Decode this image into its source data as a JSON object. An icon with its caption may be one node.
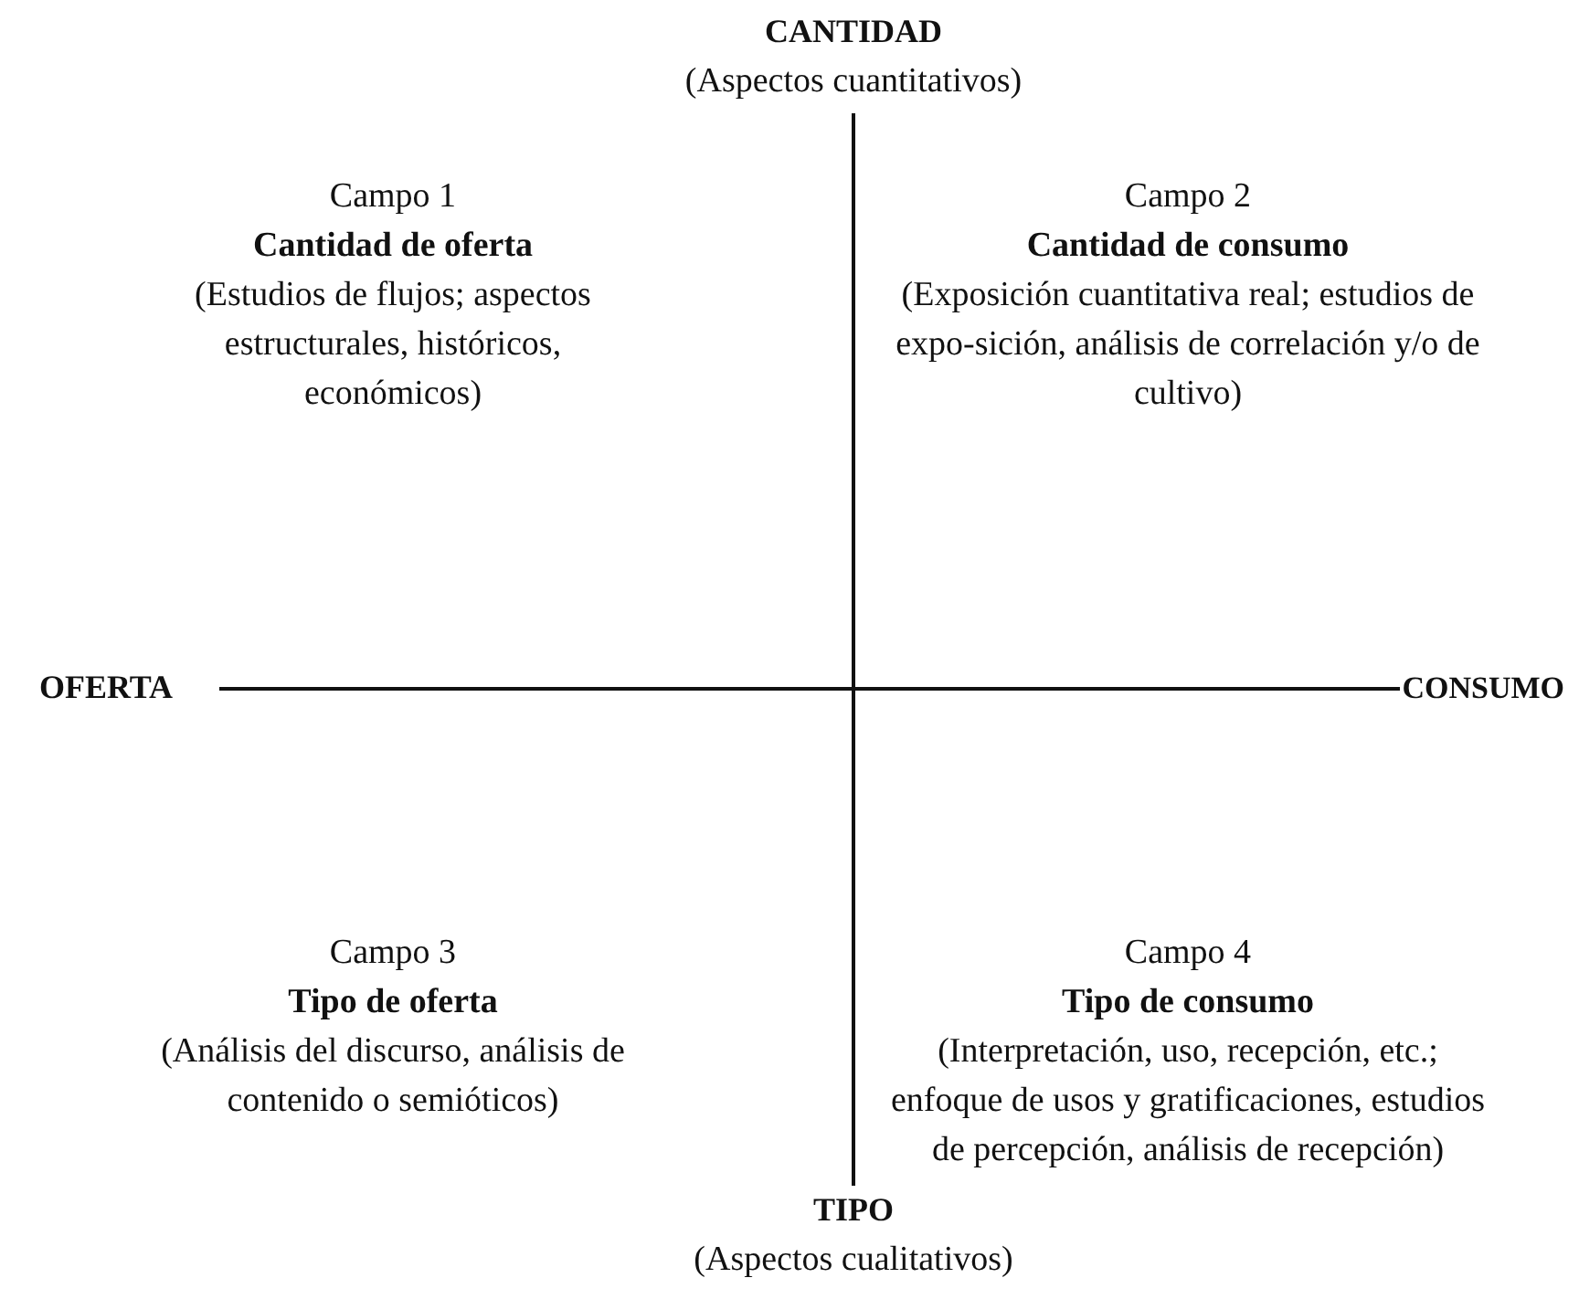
{
  "diagram": {
    "labels": [
      "CANTIDAD",
      "(Aspectos cuantitativos)",
      "Campo 1",
      "Cantidad de oferta",
      "(Estudios de flujos; aspectos estructurales, históricos, económicos)",
      "Campo 2",
      "Cantidad de consumo",
      "(Exposición cuantitativa real; estudios de expo-sición, análisis de correlación y/o de cultivo)",
      "OFERTA",
      "CONSUMO",
      "Campo 3",
      "Tipo de oferta",
      "(Análisis del discurso, análisis de contenido o semióticos)",
      "Campo 4",
      "Tipo de consumo",
      "(Interpretación, uso, recepción, etc.; enfoque de usos y gratificaciones, estudios de percepción, análisis de recepción)",
      "TIPO",
      "(Aspectos cualitativos)"
    ]
  }
}
